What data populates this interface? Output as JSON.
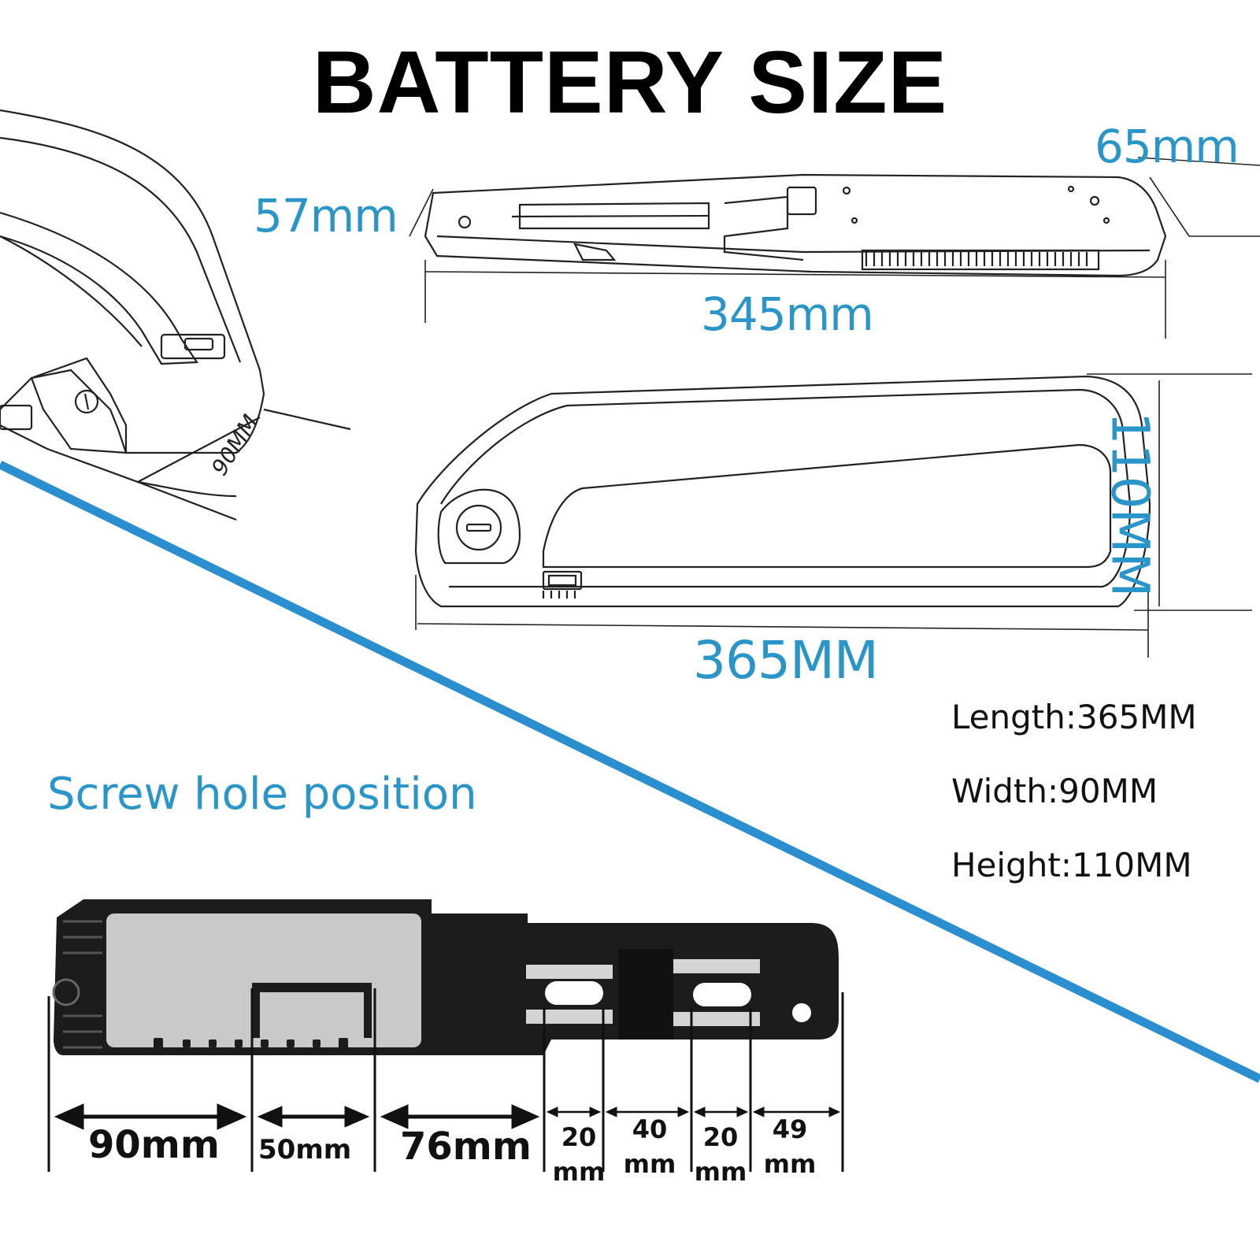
{
  "title": "BATTERY SIZE",
  "top_view": {
    "dim_left": "57mm",
    "dim_right": "65mm",
    "dim_length": "345mm"
  },
  "side_view": {
    "dim_length": "365MM",
    "dim_height": "110MM"
  },
  "perspective_view": {
    "dim_width": "90MM"
  },
  "specs": [
    {
      "text": "Length:365MM"
    },
    {
      "text": "Width:90MM"
    },
    {
      "text": "Height:110MM"
    }
  ],
  "screw_section": {
    "title": "Screw hole position",
    "dims": {
      "a": "90mm",
      "b": "50mm",
      "c": "76mm",
      "d_value": "20",
      "d_unit": "mm",
      "e_value": "40",
      "e_unit": "mm",
      "f_value": "20",
      "f_unit": "mm",
      "g_value": "49",
      "g_unit": "mm"
    }
  },
  "colors": {
    "accent_blue": "#2a95c8",
    "divider_blue": "#2b8fcf",
    "mount_black": "#1c1c1c",
    "mount_silver": "#c9c9c9"
  }
}
